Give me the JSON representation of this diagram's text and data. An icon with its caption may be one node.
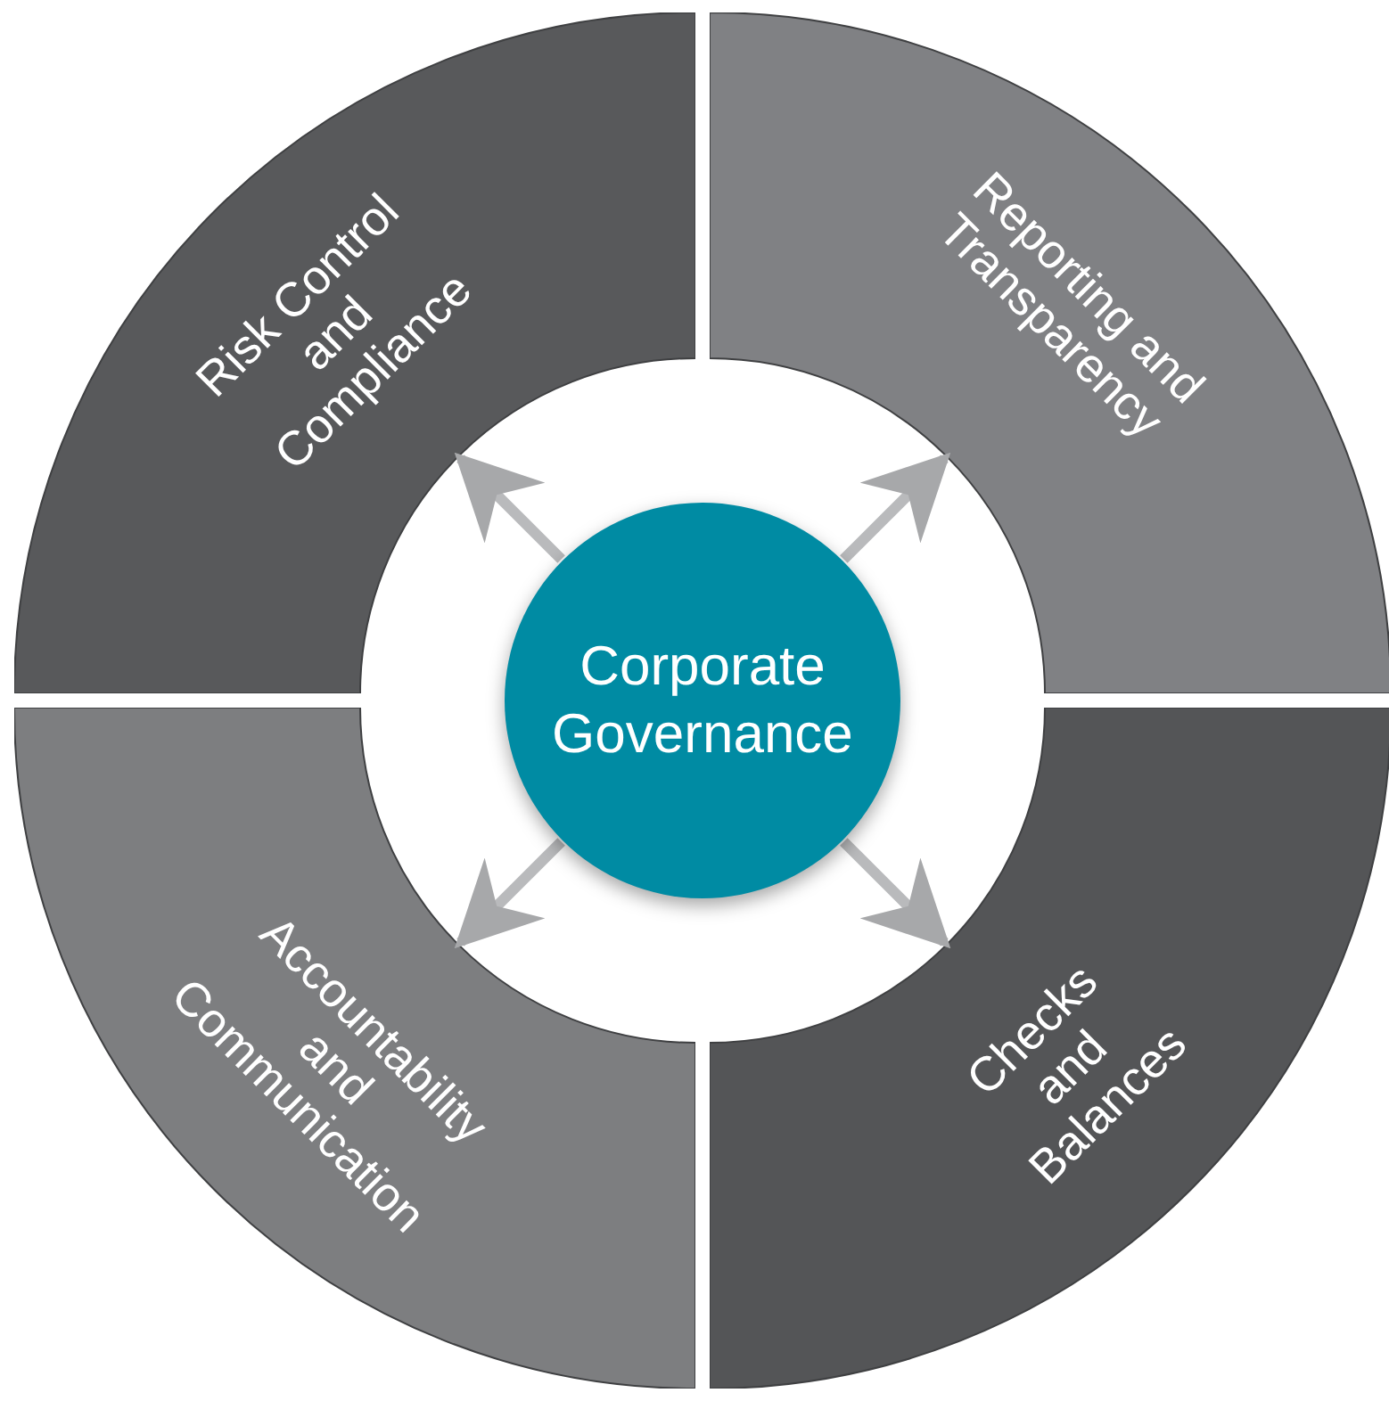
{
  "diagram": {
    "nodes": [
      {
        "text": [
          "Risk Control and Compliance"
        ]
      },
      {
        "text": [
          "Reporting and Transparency"
        ]
      },
      {
        "text": [
          "Accountability and Communication"
        ]
      },
      {
        "text": [
          "Checks and Balances"
        ]
      },
      {
        "text": [
          "Corporate Governance"
        ]
      }
    ],
    "edges": [
      {
        "from": 4,
        "to": 0,
        "arrow": "to"
      },
      {
        "from": 4,
        "to": 1,
        "arrow": "to"
      },
      {
        "from": 4,
        "to": 2,
        "arrow": "to"
      },
      {
        "from": 4,
        "to": 3,
        "arrow": "to"
      }
    ]
  }
}
